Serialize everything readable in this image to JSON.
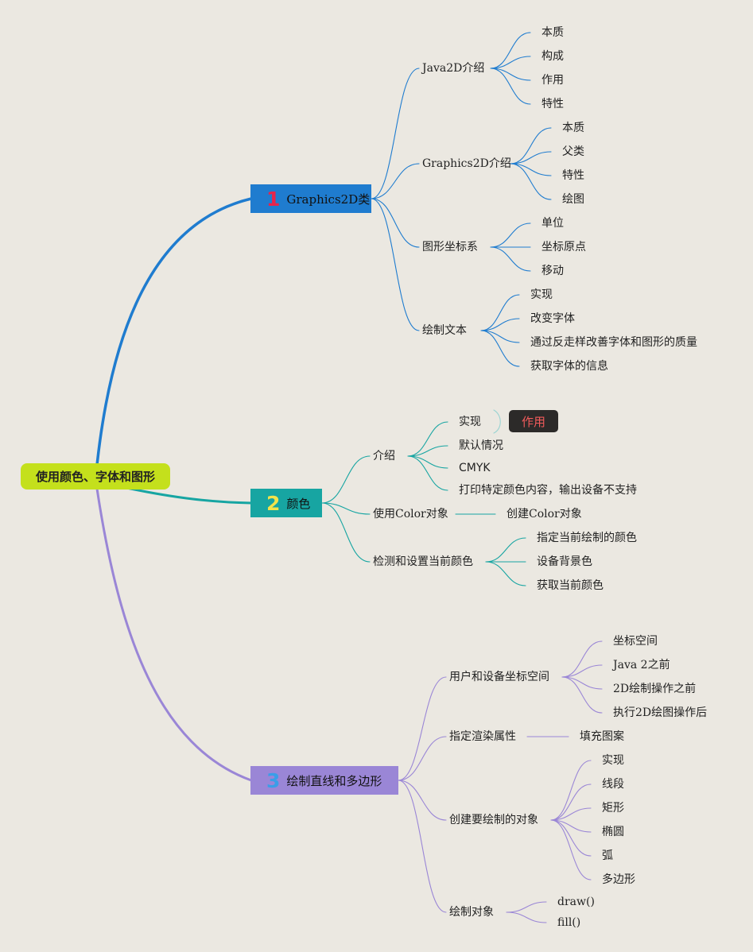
{
  "root": {
    "label": "使用颜色、字体和图形"
  },
  "colors": {
    "blue": "#1f7ccf",
    "teal": "#17a5a2",
    "purple": "#9a86d6",
    "root": "#c4e01c",
    "badge_bg": "#2c2a29",
    "badge_text": "#f25b5b"
  },
  "branches": [
    {
      "num": "1",
      "label": "Graphics2D类",
      "children": [
        {
          "label": "Java2D介绍",
          "children": [
            "本质",
            "构成",
            "作用",
            "特性"
          ]
        },
        {
          "label": "Graphics2D介绍",
          "children": [
            "本质",
            "父类",
            "特性",
            "绘图"
          ]
        },
        {
          "label": "图形坐标系",
          "children": [
            "单位",
            "坐标原点",
            "移动"
          ]
        },
        {
          "label": "绘制文本",
          "children": [
            "实现",
            "改变字体",
            "通过反走样改善字体和图形的质量",
            "获取字体的信息"
          ]
        }
      ]
    },
    {
      "num": "2",
      "label": "颜色",
      "children": [
        {
          "label": "介绍",
          "children": [
            "实现",
            "默认情况",
            "CMYK",
            "打印特定颜色内容，输出设备不支持"
          ],
          "tag": "作用"
        },
        {
          "label": "使用Color对象",
          "children": [
            "创建Color对象"
          ]
        },
        {
          "label": "检测和设置当前颜色",
          "children": [
            "指定当前绘制的颜色",
            "设备背景色",
            "获取当前颜色"
          ]
        }
      ]
    },
    {
      "num": "3",
      "label": "绘制直线和多边形",
      "children": [
        {
          "label": "用户和设备坐标空间",
          "children": [
            "坐标空间",
            "Java 2之前",
            "2D绘制操作之前",
            "执行2D绘图操作后"
          ]
        },
        {
          "label": "指定渲染属性",
          "children": [
            "填充图案"
          ]
        },
        {
          "label": "创建要绘制的对象",
          "children": [
            "实现",
            "线段",
            "矩形",
            "椭圆",
            "弧",
            "多边形"
          ]
        },
        {
          "label": "绘制对象",
          "children": [
            "draw()",
            "fill()"
          ]
        }
      ]
    }
  ]
}
